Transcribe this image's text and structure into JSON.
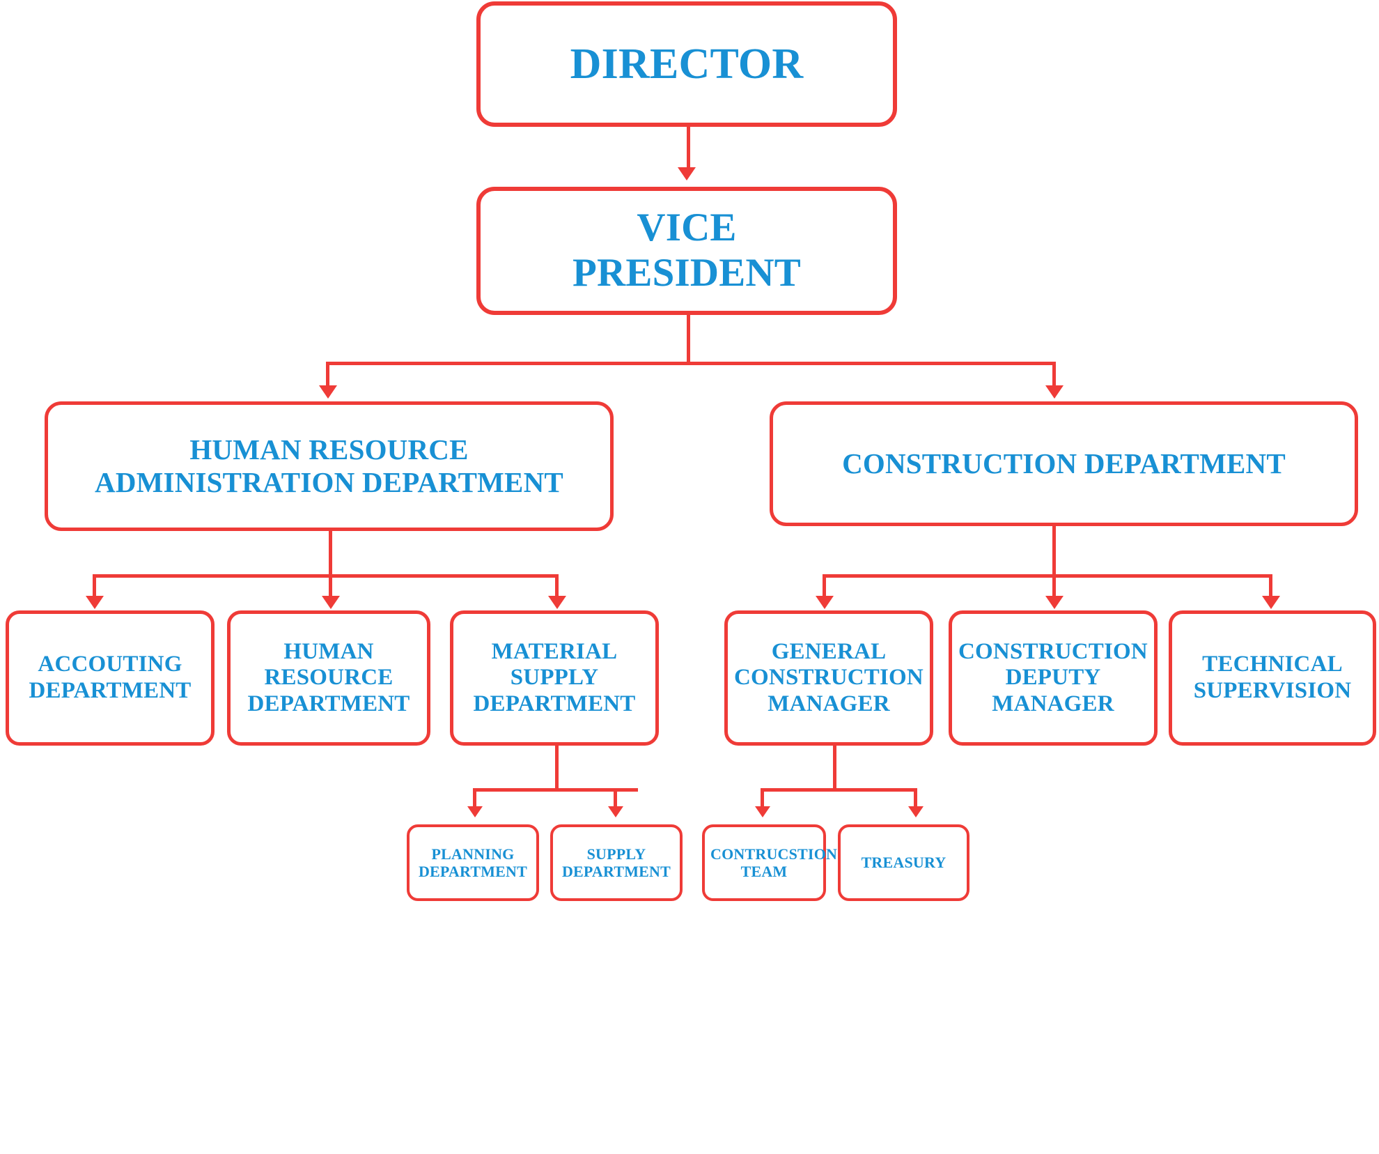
{
  "chart": {
    "type": "org-chart",
    "title": "Organizational Structure Chart",
    "colors": {
      "border": "#ef3b37",
      "text": "#1890d4",
      "background": "#ffffff",
      "connector": "#ef3b37"
    }
  },
  "nodes": {
    "director": {
      "label": "DIRECTOR"
    },
    "vice_president": {
      "label": "VICE\nPRESIDENT"
    },
    "hr_admin_department": {
      "label": "HUMAN RESOURCE\nADMINISTRATION DEPARTMENT"
    },
    "construction_department": {
      "label": "CONSTRUCTION DEPARTMENT"
    },
    "accouting_department": {
      "label": "ACCOUTING\nDEPARTMENT"
    },
    "human_resource_department": {
      "label": "HUMAN\nRESOURCE\nDEPARTMENT"
    },
    "material_supply_department": {
      "label": "MATERIAL\nSUPPLY\nDEPARTMENT"
    },
    "general_construction_manager": {
      "label": "GENERAL\nCONSTRUCTION\nMANAGER"
    },
    "construction_deputy_manager": {
      "label": "CONSTRUCTION\nDEPUTY\nMANAGER"
    },
    "technical_supervision": {
      "label": "TECHNICAL\nSUPERVISION"
    },
    "planning_department": {
      "label": "PLANNING\nDEPARTMENT"
    },
    "supply_department": {
      "label": "SUPPLY\nDEPARTMENT"
    },
    "contrucstion_team": {
      "label": "CONTRUCSTION\nTEAM"
    },
    "treasury": {
      "label": "TREASURY"
    }
  },
  "edges": [
    {
      "from": "director",
      "to": "vice_president"
    },
    {
      "from": "vice_president",
      "to": "hr_admin_department"
    },
    {
      "from": "vice_president",
      "to": "construction_department"
    },
    {
      "from": "hr_admin_department",
      "to": "accouting_department"
    },
    {
      "from": "hr_admin_department",
      "to": "human_resource_department"
    },
    {
      "from": "hr_admin_department",
      "to": "material_supply_department"
    },
    {
      "from": "construction_department",
      "to": "general_construction_manager"
    },
    {
      "from": "construction_department",
      "to": "construction_deputy_manager"
    },
    {
      "from": "construction_department",
      "to": "technical_supervision"
    },
    {
      "from": "material_supply_department",
      "to": "planning_department"
    },
    {
      "from": "material_supply_department",
      "to": "supply_department"
    },
    {
      "from": "general_construction_manager",
      "to": "contrucstion_team"
    },
    {
      "from": "general_construction_manager",
      "to": "treasury"
    }
  ]
}
